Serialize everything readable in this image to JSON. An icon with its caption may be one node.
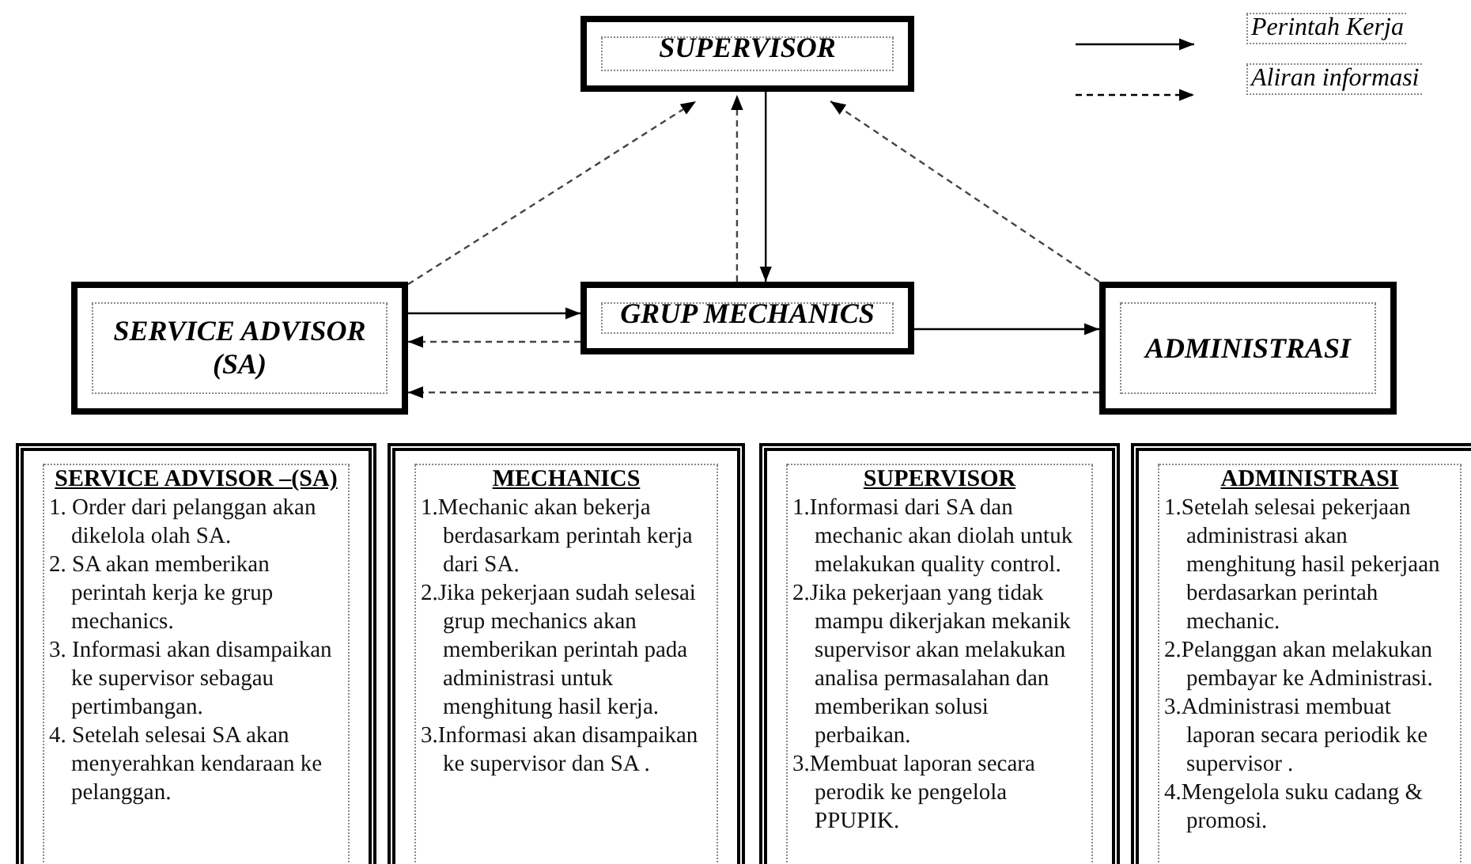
{
  "diagram": {
    "nodes": [
      {
        "text": [
          "SUPERVISOR"
        ]
      },
      {
        "text": [
          "SERVICE ADVISOR (SA)"
        ]
      },
      {
        "text": [
          "GRUP MECHANICS"
        ]
      },
      {
        "text": [
          "ADMINISTRASI"
        ]
      },
      {
        "text": [
          "SERVICE ADVISOR –(SA)",
          "1. Order dari pelanggan akan dikelola olah SA.",
          "2. SA akan memberikan perintah kerja ke grup mechanics.",
          "3. Informasi akan disampaikan ke supervisor sebagau pertimbangan.",
          "4. Setelah selesai SA akan menyerahkan kendaraan ke pelanggan."
        ]
      },
      {
        "text": [
          "MECHANICS",
          "1.Mechanic akan bekerja berdasarkam perintah kerja dari SA.",
          "2.Jika pekerjaan sudah selesai grup mechanics akan memberikan perintah pada administrasi untuk menghitung hasil kerja.",
          "3.Informasi akan disampaikan ke supervisor dan SA ."
        ]
      },
      {
        "text": [
          "SUPERVISOR",
          "1.Informasi dari SA dan mechanic akan diolah untuk melakukan quality control.",
          "2.Jika pekerjaan yang tidak mampu dikerjakan mekanik supervisor akan melakukan analisa permasalahan dan memberikan solusi perbaikan.",
          "3.Membuat laporan secara perodik ke pengelola PPUPIK."
        ]
      },
      {
        "text": [
          "ADMINISTRASI",
          "1.Setelah selesai pekerjaan administrasi akan menghitung hasil pekerjaan berdasarkan perintah mechanic.",
          "2.Pelanggan akan melakukan pembayar ke Administrasi.",
          "3.Administrasi membuat laporan secara periodik ke supervisor .",
          "4.Mengelola suku cadang & promosi."
        ]
      }
    ],
    "edges": [
      {
        "from": 1,
        "to": 0,
        "arrow": "to",
        "style": "dashed"
      },
      {
        "from": 2,
        "to": 0,
        "arrow": "to",
        "style": "dashed"
      },
      {
        "from": 0,
        "to": 2,
        "arrow": "to"
      },
      {
        "from": 3,
        "to": 0,
        "arrow": "to",
        "style": "dashed"
      },
      {
        "from": 1,
        "to": 2,
        "arrow": "to"
      },
      {
        "from": 2,
        "to": 1,
        "arrow": "to",
        "style": "dashed"
      },
      {
        "from": 2,
        "to": 3,
        "arrow": "to"
      },
      {
        "from": 3,
        "to": 1,
        "arrow": "to",
        "style": "dashed"
      }
    ],
    "legend": [
      {
        "text": "Perintah Kerja"
      },
      {
        "text": "Aliran informasi"
      }
    ]
  }
}
